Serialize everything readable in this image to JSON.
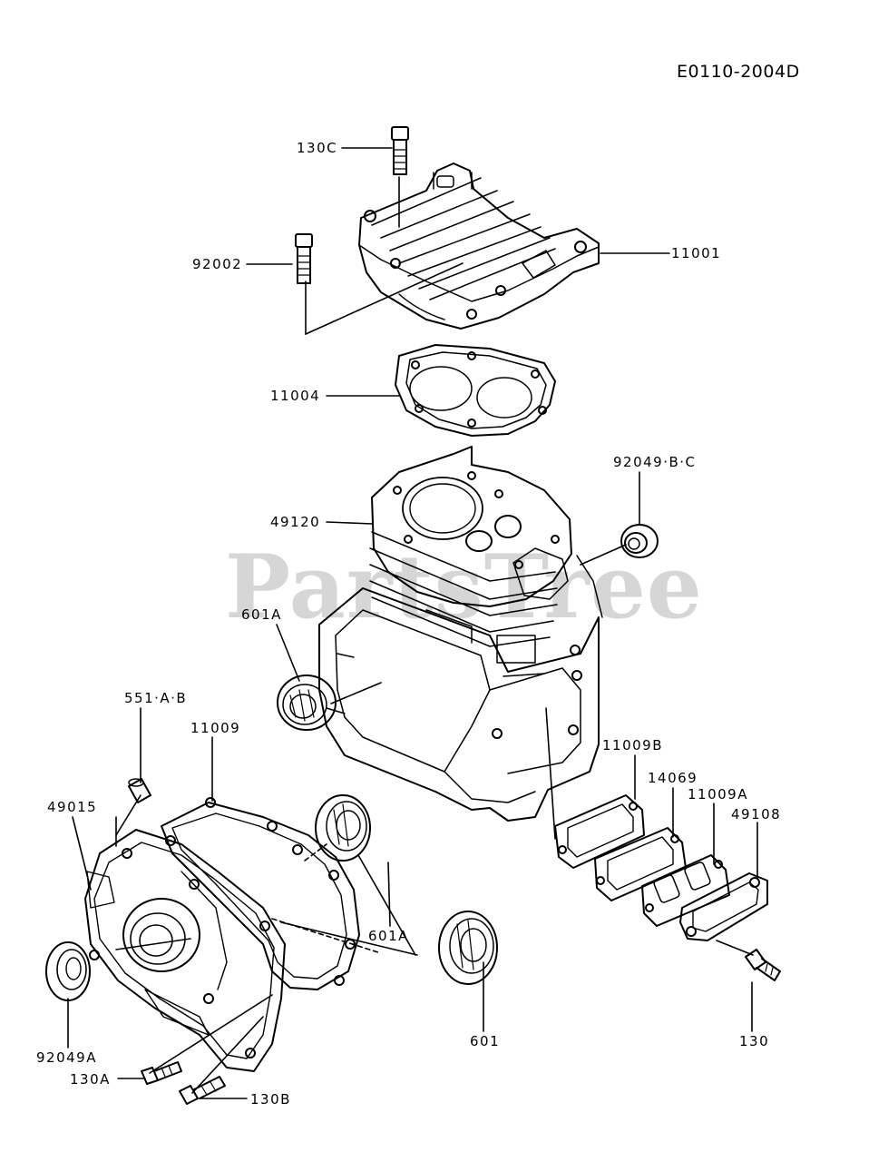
{
  "diagram_code": "E0110-2004D",
  "watermark": "PartsTree",
  "callouts": {
    "p130C": "130C",
    "p92002": "92002",
    "p11001": "11001",
    "p11004": "11004",
    "p92049BC": "92049·B·C",
    "p49120": "49120",
    "p601A_top": "601A",
    "p551AB": "551·A·B",
    "p11009": "11009",
    "p49015": "49015",
    "p11009B": "11009B",
    "p14069": "14069",
    "p11009A": "11009A",
    "p49108": "49108",
    "p601A_bottom": "601A",
    "p601": "601",
    "p92049A": "92049A",
    "p130A": "130A",
    "p130B": "130B",
    "p130": "130"
  }
}
